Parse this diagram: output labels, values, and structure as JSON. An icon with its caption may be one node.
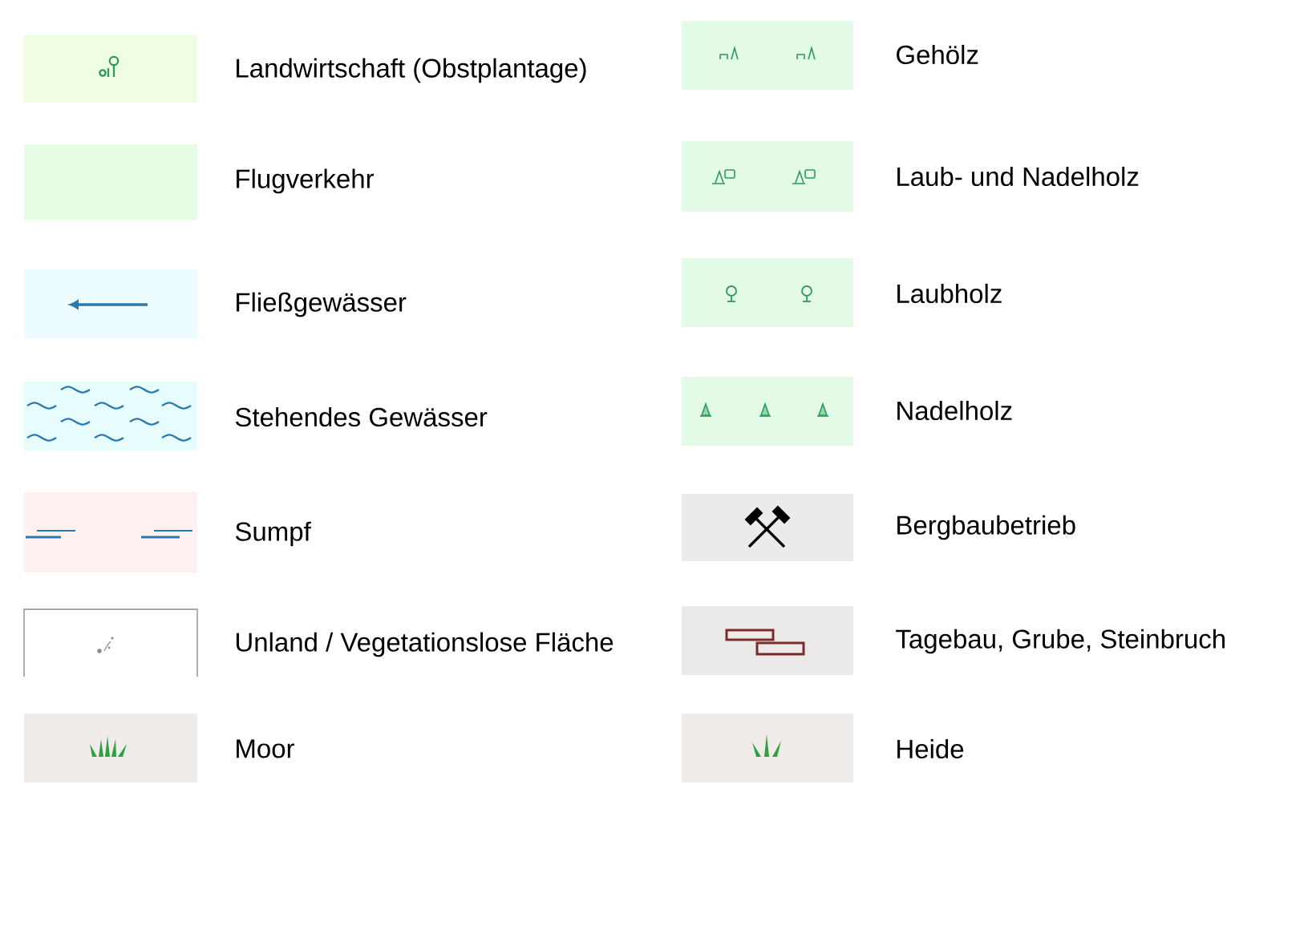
{
  "diagram": {
    "legend": [
      {
        "text": "Landwirtschaft (Obstplantage)",
        "color": "#effde2"
      },
      {
        "text": "Flugverkehr",
        "color": "#e5fde5"
      },
      {
        "text": "Fließgewässer",
        "color": "#edfcfe"
      },
      {
        "text": "Stehendes Gewässer",
        "color": "#e6fcfd"
      },
      {
        "text": "Sumpf",
        "color": "#fcf1ef"
      },
      {
        "text": "Unland / Vegetationslose Fläche"
      },
      {
        "text": "Moor",
        "color": "#efecea"
      },
      {
        "text": "Gehölz",
        "color": "#e3fbe6"
      },
      {
        "text": "Laub- und Nadelholz",
        "color": "#e3fbe6"
      },
      {
        "text": "Laubholz",
        "color": "#e3fbe6"
      },
      {
        "text": "Nadelholz",
        "color": "#e3fbe6"
      },
      {
        "text": "Bergbaubetrieb",
        "color": "#ebebeb"
      },
      {
        "text": "Tagebau, Grube, Steinbruch",
        "color": "#eceae8"
      },
      {
        "text": "Heide",
        "color": "#eeebe9"
      }
    ]
  }
}
